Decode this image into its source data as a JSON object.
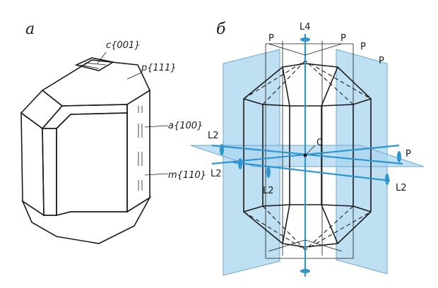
{
  "panels": {
    "a": {
      "letter": "a",
      "faces": {
        "c": "c{001}",
        "p": "p{111}",
        "a": "a{100}",
        "m": "m{110}"
      }
    },
    "b": {
      "letter": "б",
      "labels": {
        "l4": "L4",
        "p1": "P",
        "p2": "P",
        "p3": "P",
        "p4": "P",
        "p_right": "P",
        "center": "C",
        "l2_left_top": "L2",
        "l2_left_bottom": "L2",
        "l2_mid": "L2",
        "l2_right": "L2"
      }
    }
  },
  "colors": {
    "plane_fill": "#a9d4ef",
    "axis": "#2f95d1",
    "line": "#1a1a1a"
  }
}
